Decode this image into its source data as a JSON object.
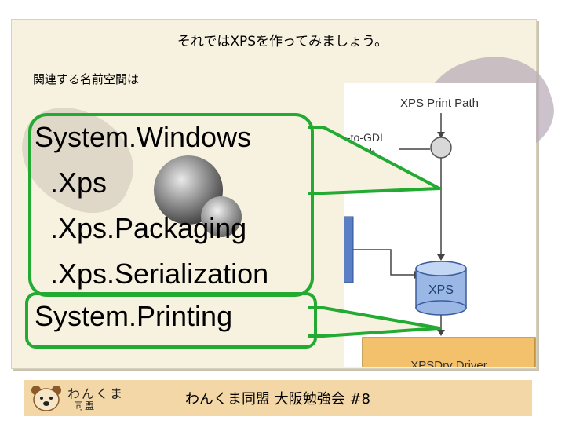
{
  "slide": {
    "title": "それではXPSを作ってみましょう。",
    "subtitle": "関連する名前空間は"
  },
  "namespaces": [
    "System.Windows",
    "  .Xps",
    "  .Xps.Packaging",
    "  .Xps.Serialization",
    "System.Printing"
  ],
  "diagram": {
    "header": "XPS Print Path",
    "left_label_1": "-to-GDI",
    "left_label_2": "t Path",
    "xps_label": "XPS",
    "bottom_label": "XPSDrv Driver"
  },
  "footer": {
    "text": "わんくま同盟 大阪勉強会 #8",
    "logo_line1": "わんくま",
    "logo_line2": "同盟"
  },
  "colors": {
    "accent_green": "#22aa33",
    "footer_bg": "#f3d7a6",
    "slide_bg": "#f7f2df"
  }
}
